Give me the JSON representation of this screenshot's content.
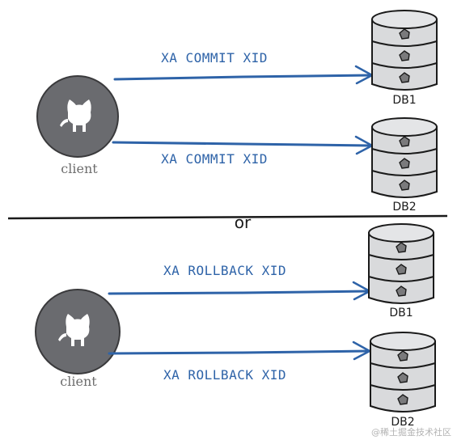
{
  "top_section": {
    "client_label": "client",
    "arrows": [
      {
        "label": "XA COMMIT XID"
      },
      {
        "label": "XA COMMIT XID"
      }
    ],
    "databases": [
      {
        "label": "DB1"
      },
      {
        "label": "DB2"
      }
    ]
  },
  "separator": {
    "label": "or"
  },
  "bottom_section": {
    "client_label": "client",
    "arrows": [
      {
        "label": "XA  ROLLBACK XID"
      },
      {
        "label": "XA  ROLLBACK XID"
      }
    ],
    "databases": [
      {
        "label": "DB1"
      },
      {
        "label": "DB2"
      }
    ]
  },
  "watermark": "@稀土掘金技术社区",
  "colors": {
    "arrow": "#2e63a8",
    "client_circle": "#6a6b6f",
    "database_fill": "#d9dadc"
  },
  "icons": {
    "client": "github-octocat-icon",
    "database": "database-cylinder-icon"
  }
}
